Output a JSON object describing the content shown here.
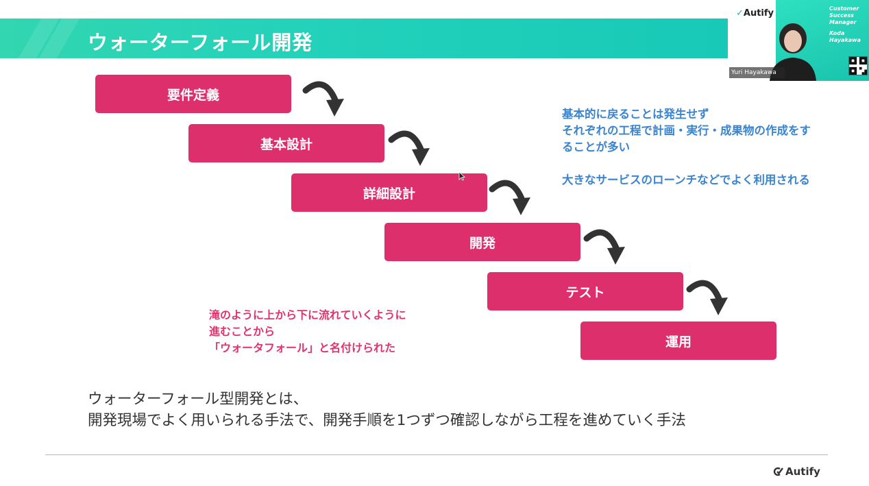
{
  "slide": {
    "title": "ウォーターフォール開発",
    "steps": [
      {
        "label": "要件定義"
      },
      {
        "label": "基本設計"
      },
      {
        "label": "詳細設計"
      },
      {
        "label": "開発"
      },
      {
        "label": "テスト"
      },
      {
        "label": "運用"
      }
    ],
    "blue_note": {
      "line1": "基本的に戻ることは発生せず",
      "line2": "それぞれの工程で計画・実行・成果物の作成をす",
      "line3": "ることが多い",
      "line4": "大きなサービスのローンチなどでよく利用される",
      "color": "#3a84cf"
    },
    "pink_note": {
      "line1": "滝のように上から下に流れていくように",
      "line2": "進むことから",
      "line3": "「ウォータフォール」と名付けられた",
      "color": "#e0336c"
    },
    "definition": {
      "line1": "ウォーターフォール型開発とは、",
      "line2": "開発現場でよく用いられる手法で、開発手順を1つずつ確認しながら工程を進めていく手法"
    },
    "footer_logo": "Autify",
    "step_color": "#dd2f6c",
    "banner_color": "#24d2ba",
    "arrow_color": "#333333"
  },
  "webcam": {
    "logo": "Autify",
    "participant_name": "Yuri Hayakawa",
    "role_line1": "Customer",
    "role_line2": "Success",
    "role_line3": "Manager",
    "person_line1": "Koda",
    "person_line2": "Hayakawa"
  },
  "icons": {
    "autify_logo": "autify-logo-icon",
    "curved_arrow": "curved-arrow-icon",
    "qr_code": "qr-code-icon",
    "mouse_cursor": "mouse-cursor-icon"
  }
}
